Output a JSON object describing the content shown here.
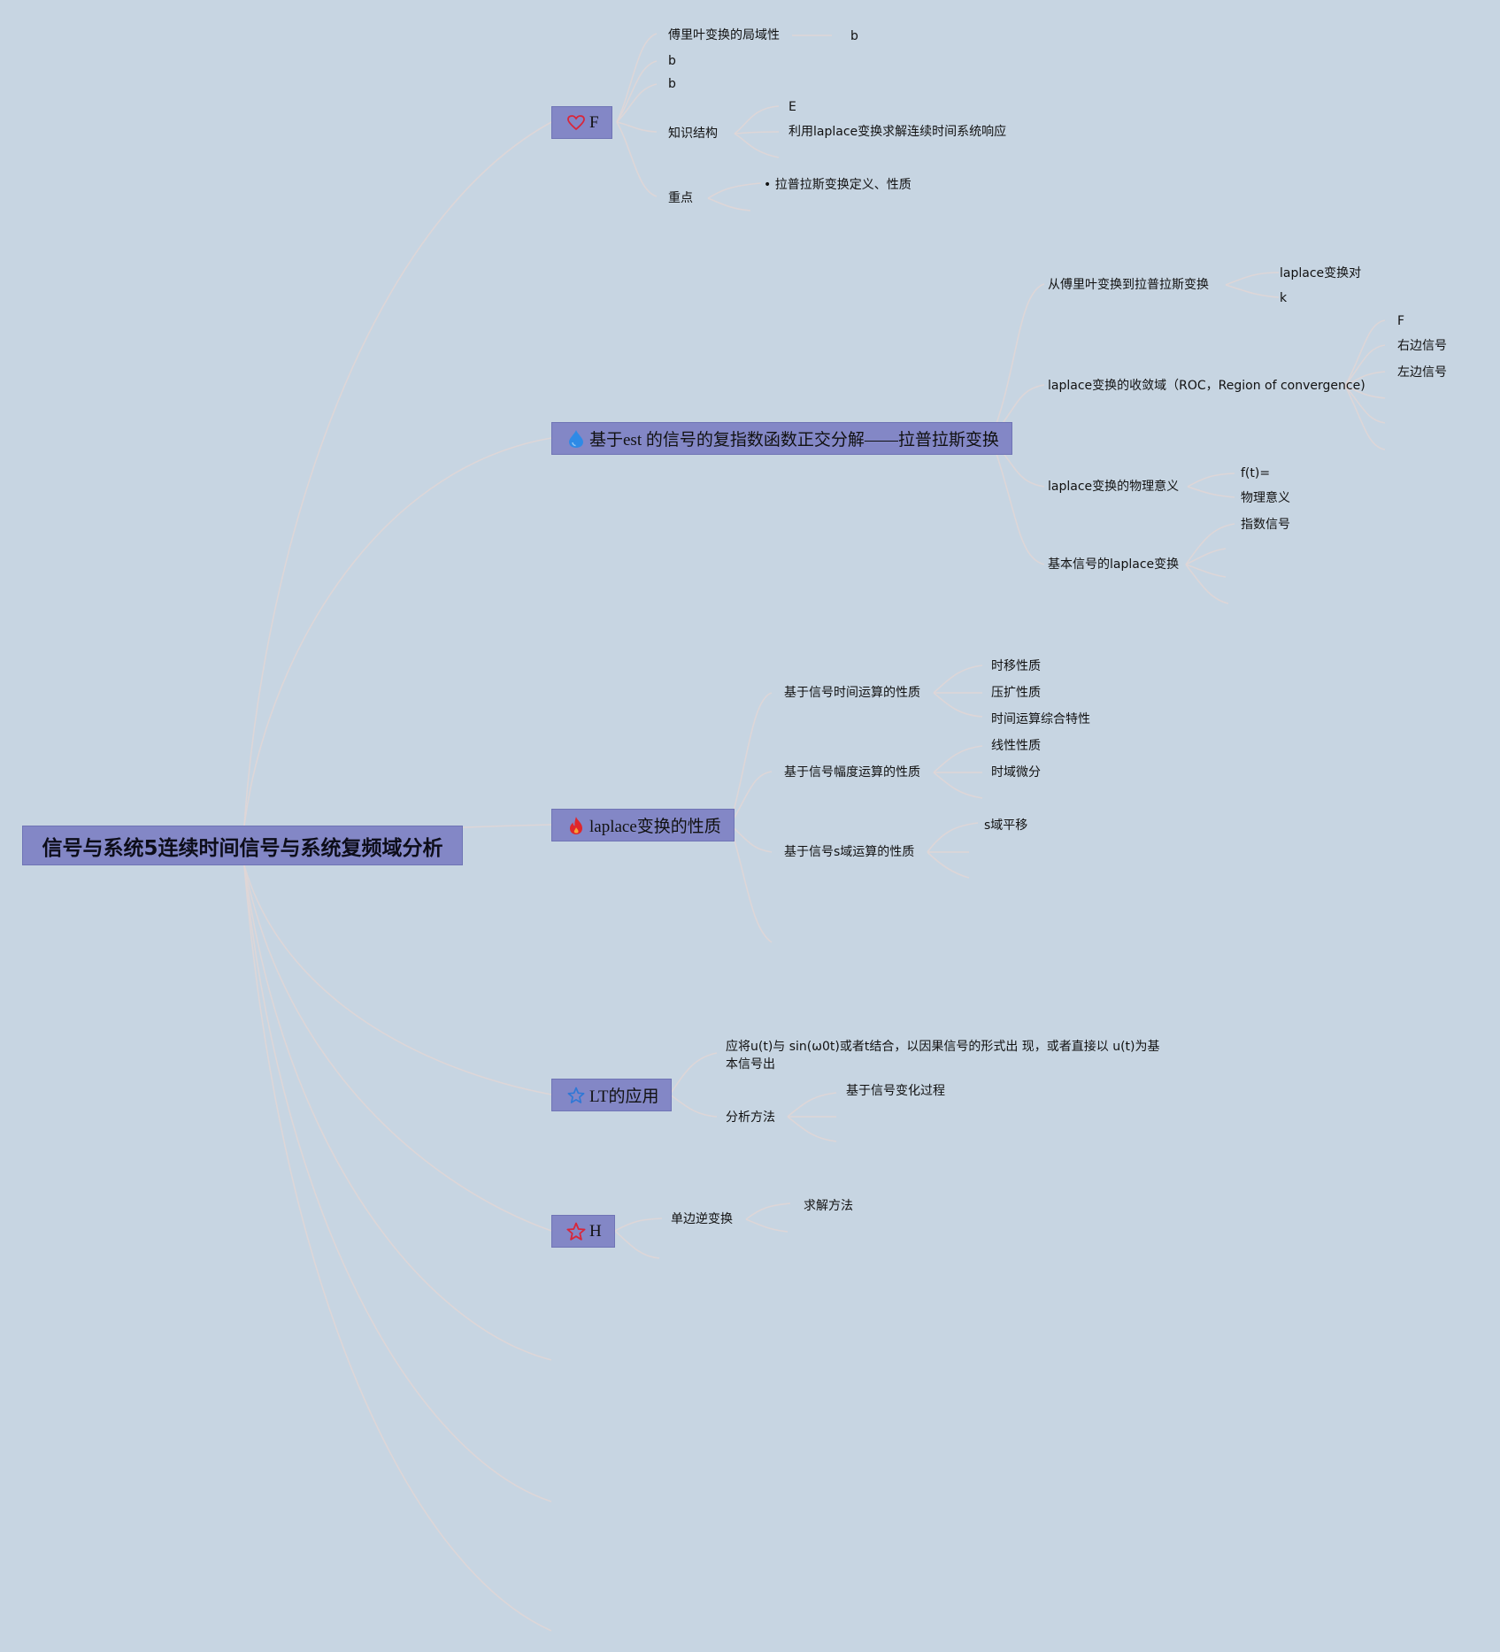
{
  "root": {
    "title": "信号与系统5连续时间信号与系统复频域分析"
  },
  "topics": {
    "f": {
      "label": "F",
      "icon": "heart-icon",
      "children": {
        "fourier_locality": "傅里叶变换的局域性",
        "fourier_locality_b": "b",
        "b1": "b",
        "b2": "b",
        "structure": "知识结构",
        "structure_e": "E",
        "structure_laplace": "利用laplace变换求解连续时间系统响应",
        "key": "重点",
        "key_item": "• 拉普拉斯变换定义、性质"
      }
    },
    "est": {
      "label": "基于est 的信号的复指数函数正交分解——拉普拉斯变换",
      "icon": "water-drop-icon",
      "children": {
        "from_fourier": "从傅里叶变换到拉普拉斯变换",
        "pair": "laplace变换对",
        "k": "k",
        "roc": "laplace变换的收敛域（ROC，Region of convergence)",
        "roc_f": "F",
        "right_signal": "右边信号",
        "left_signal": "左边信号",
        "physical": "laplace变换的物理意义",
        "ft": "f(t)=",
        "physical_meaning": "物理意义",
        "exp_signal": "指数信号",
        "basic": "基本信号的laplace变换"
      }
    },
    "props": {
      "label": "laplace变换的性质",
      "icon": "fire-icon",
      "children": {
        "time_ops": "基于信号时间运算的性质",
        "shift": "时移性质",
        "scale": "压扩性质",
        "time_combined": "时间运算综合特性",
        "amp_ops": "基于信号幅度运算的性质",
        "linear": "线性性质",
        "diff": "时域微分",
        "s_ops": "基于信号s域运算的性质",
        "s_shift": "s域平移"
      }
    },
    "lt": {
      "label": "LT的应用",
      "icon": "star-icon",
      "children": {
        "note": "应将u(t)与 sin(ω0t)或者t结合，以因果信号的形式出 现，或者直接以 u(t)为基本信号出",
        "method": "分析方法",
        "method_item": "基于信号变化过程"
      }
    },
    "h": {
      "label": "H",
      "icon": "star-outline-icon",
      "children": {
        "inverse": "单边逆变换",
        "solve": "求解方法"
      }
    }
  },
  "colors": {
    "background": "#c7d5e2",
    "node_fill": "#8387c6",
    "connector": "#e0d6d6",
    "heart": "#d9263a",
    "drop": "#2e8ae6",
    "fire": "#e0262b",
    "star_blue": "#2f78d6",
    "star_red": "#d9263a"
  }
}
